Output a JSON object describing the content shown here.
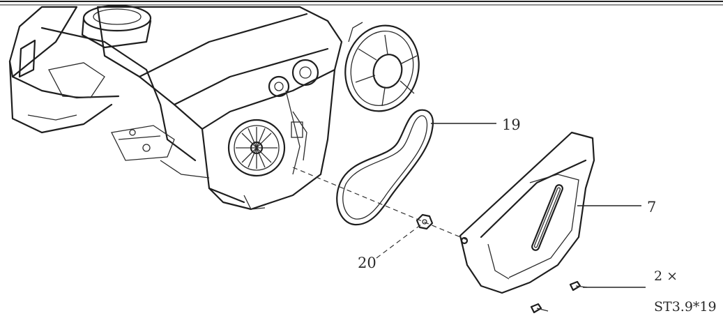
{
  "callouts": {
    "belt": "19",
    "cover": "7",
    "nut": "20",
    "screw_qty": "2 ×",
    "screw_spec": "ST3.9*19"
  }
}
